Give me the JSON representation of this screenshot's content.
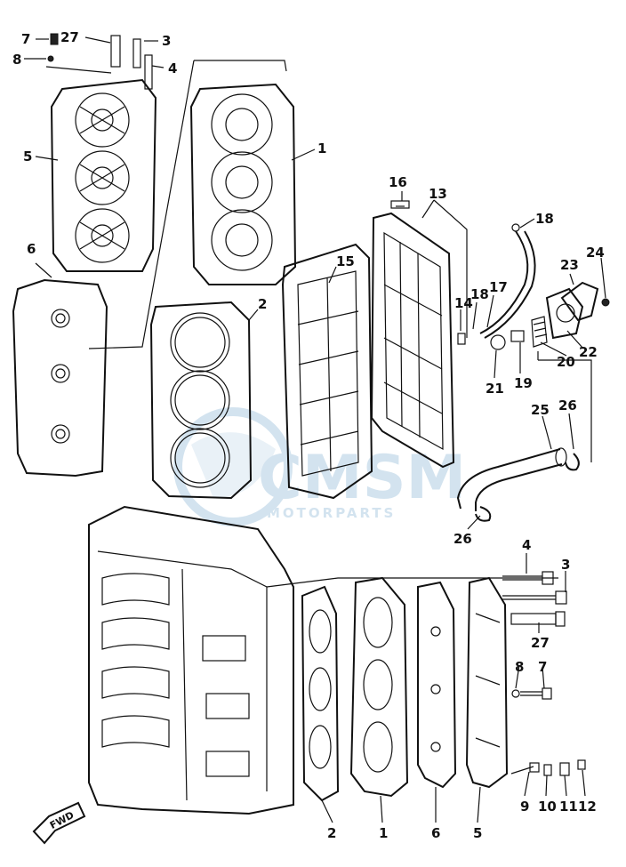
{
  "labels": {
    "l7a": "7",
    "l27a": "27",
    "l3a": "3",
    "l8a": "8",
    "l4a": "4",
    "l5a": "5",
    "l1a": "1",
    "l6a": "6",
    "l2a": "2",
    "l16": "16",
    "l13": "13",
    "l15": "15",
    "l18a": "18",
    "l14": "14",
    "l18b": "18",
    "l17": "17",
    "l23": "23",
    "l24": "24",
    "l22": "22",
    "l20": "20",
    "l21": "21",
    "l19": "19",
    "l25": "25",
    "l26a": "26",
    "l26b": "26",
    "l4b": "4",
    "l3b": "3",
    "l27b": "27",
    "l8b": "8",
    "l7b": "7",
    "l9": "9",
    "l10": "10",
    "l11": "11",
    "l12": "12",
    "l2b": "2",
    "l1b": "1",
    "l6b": "6",
    "l5b": "5"
  },
  "watermark": {
    "brand": "CMSM",
    "sub": "MOTORPARTS"
  },
  "fwd_label": "FWD",
  "colors": {
    "ink": "#111111",
    "watermark": "#9fc3dc"
  }
}
